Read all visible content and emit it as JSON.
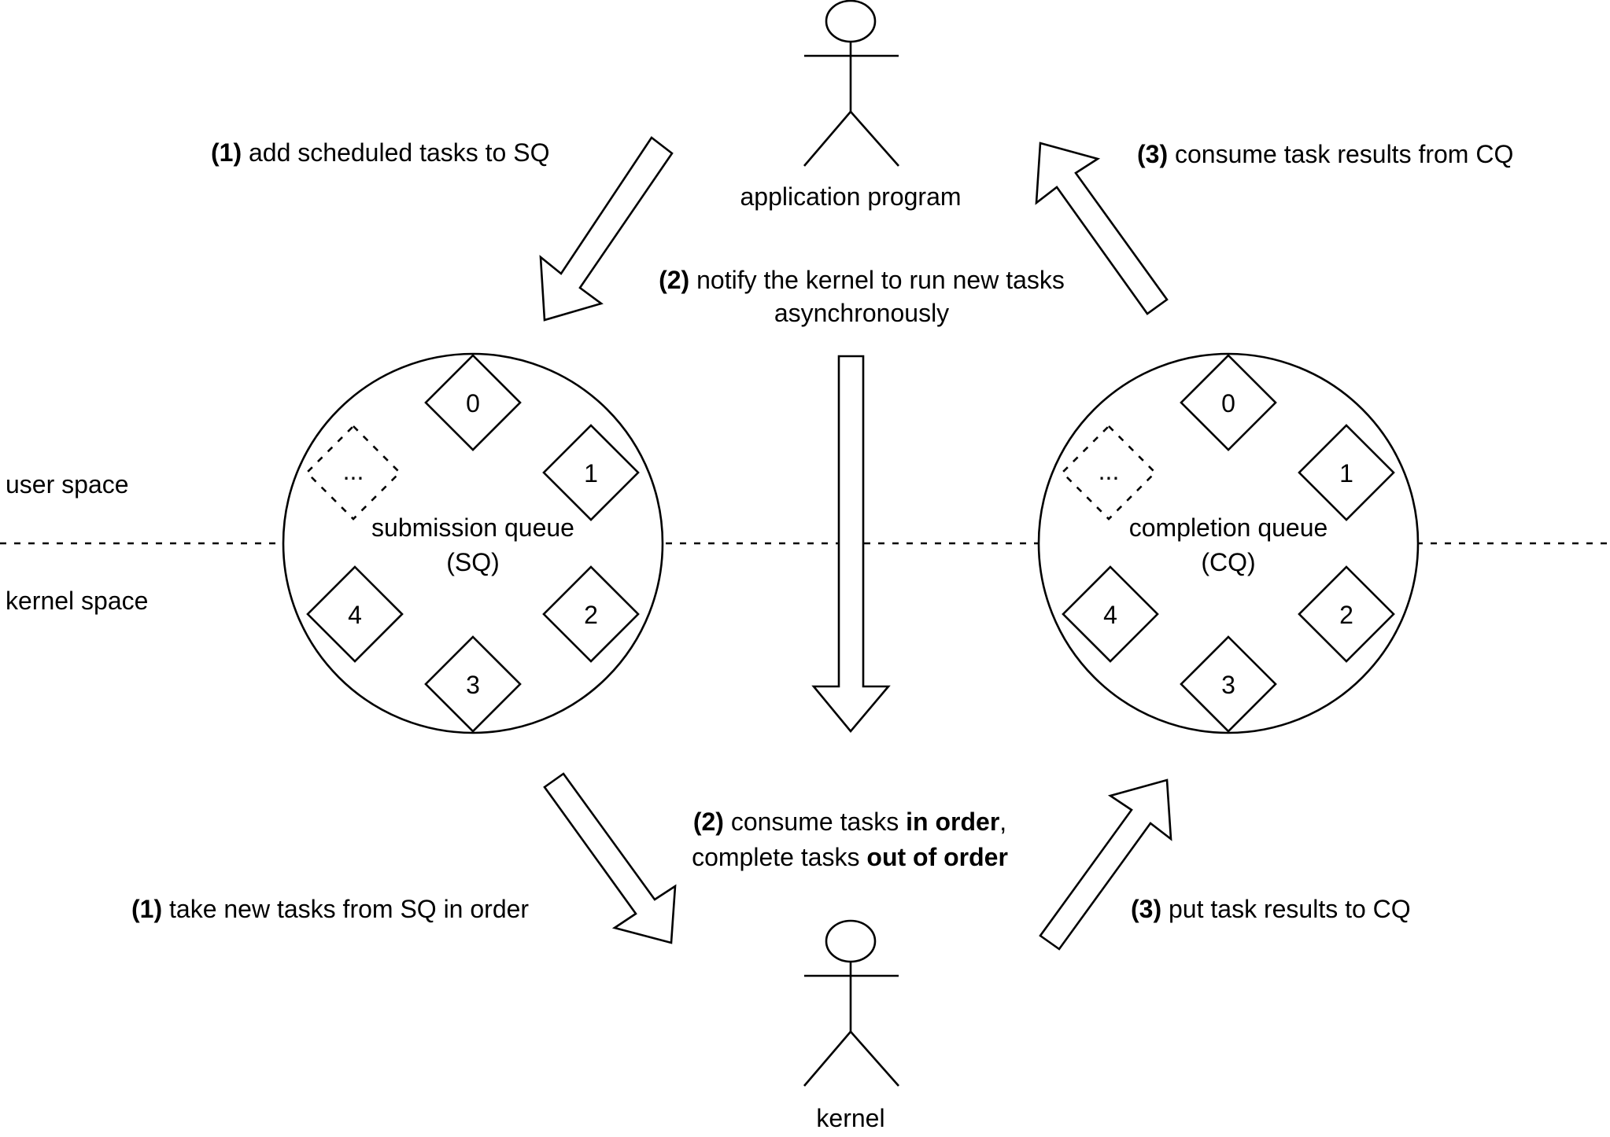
{
  "boundary": {
    "upper_label": "user space",
    "lower_label": "kernel space"
  },
  "actors": {
    "application": {
      "label": "application program"
    },
    "kernel": {
      "label": "kernel"
    }
  },
  "queues": {
    "submission": {
      "name_line1": "submission queue",
      "name_line2": "(SQ)",
      "slots": [
        "0",
        "1",
        "2",
        "3",
        "4"
      ],
      "placeholder_slot": "..."
    },
    "completion": {
      "name_line1": "completion queue",
      "name_line2": "(CQ)",
      "slots": [
        "0",
        "1",
        "2",
        "3",
        "4"
      ],
      "placeholder_slot": "..."
    }
  },
  "steps": {
    "user_add": {
      "num": "(1)",
      "text": " add scheduled tasks to SQ"
    },
    "user_notify": {
      "num": "(2)",
      "text_line1": " notify the kernel to run new tasks",
      "text_line2": "asynchronously"
    },
    "user_consume": {
      "num": "(3)",
      "text": " consume task results from CQ"
    },
    "kernel_take": {
      "num": "(1)",
      "text": " take new tasks from SQ in order"
    },
    "kernel_process": {
      "num": "(2)",
      "line1_a": " consume tasks ",
      "line1_b": "in order",
      "line1_c": ",",
      "line2_a": "complete tasks ",
      "line2_b": "out of order"
    },
    "kernel_put": {
      "num": "(3)",
      "text": " put task results to CQ"
    }
  },
  "colors": {
    "stroke": "#000000",
    "background": "#ffffff"
  }
}
